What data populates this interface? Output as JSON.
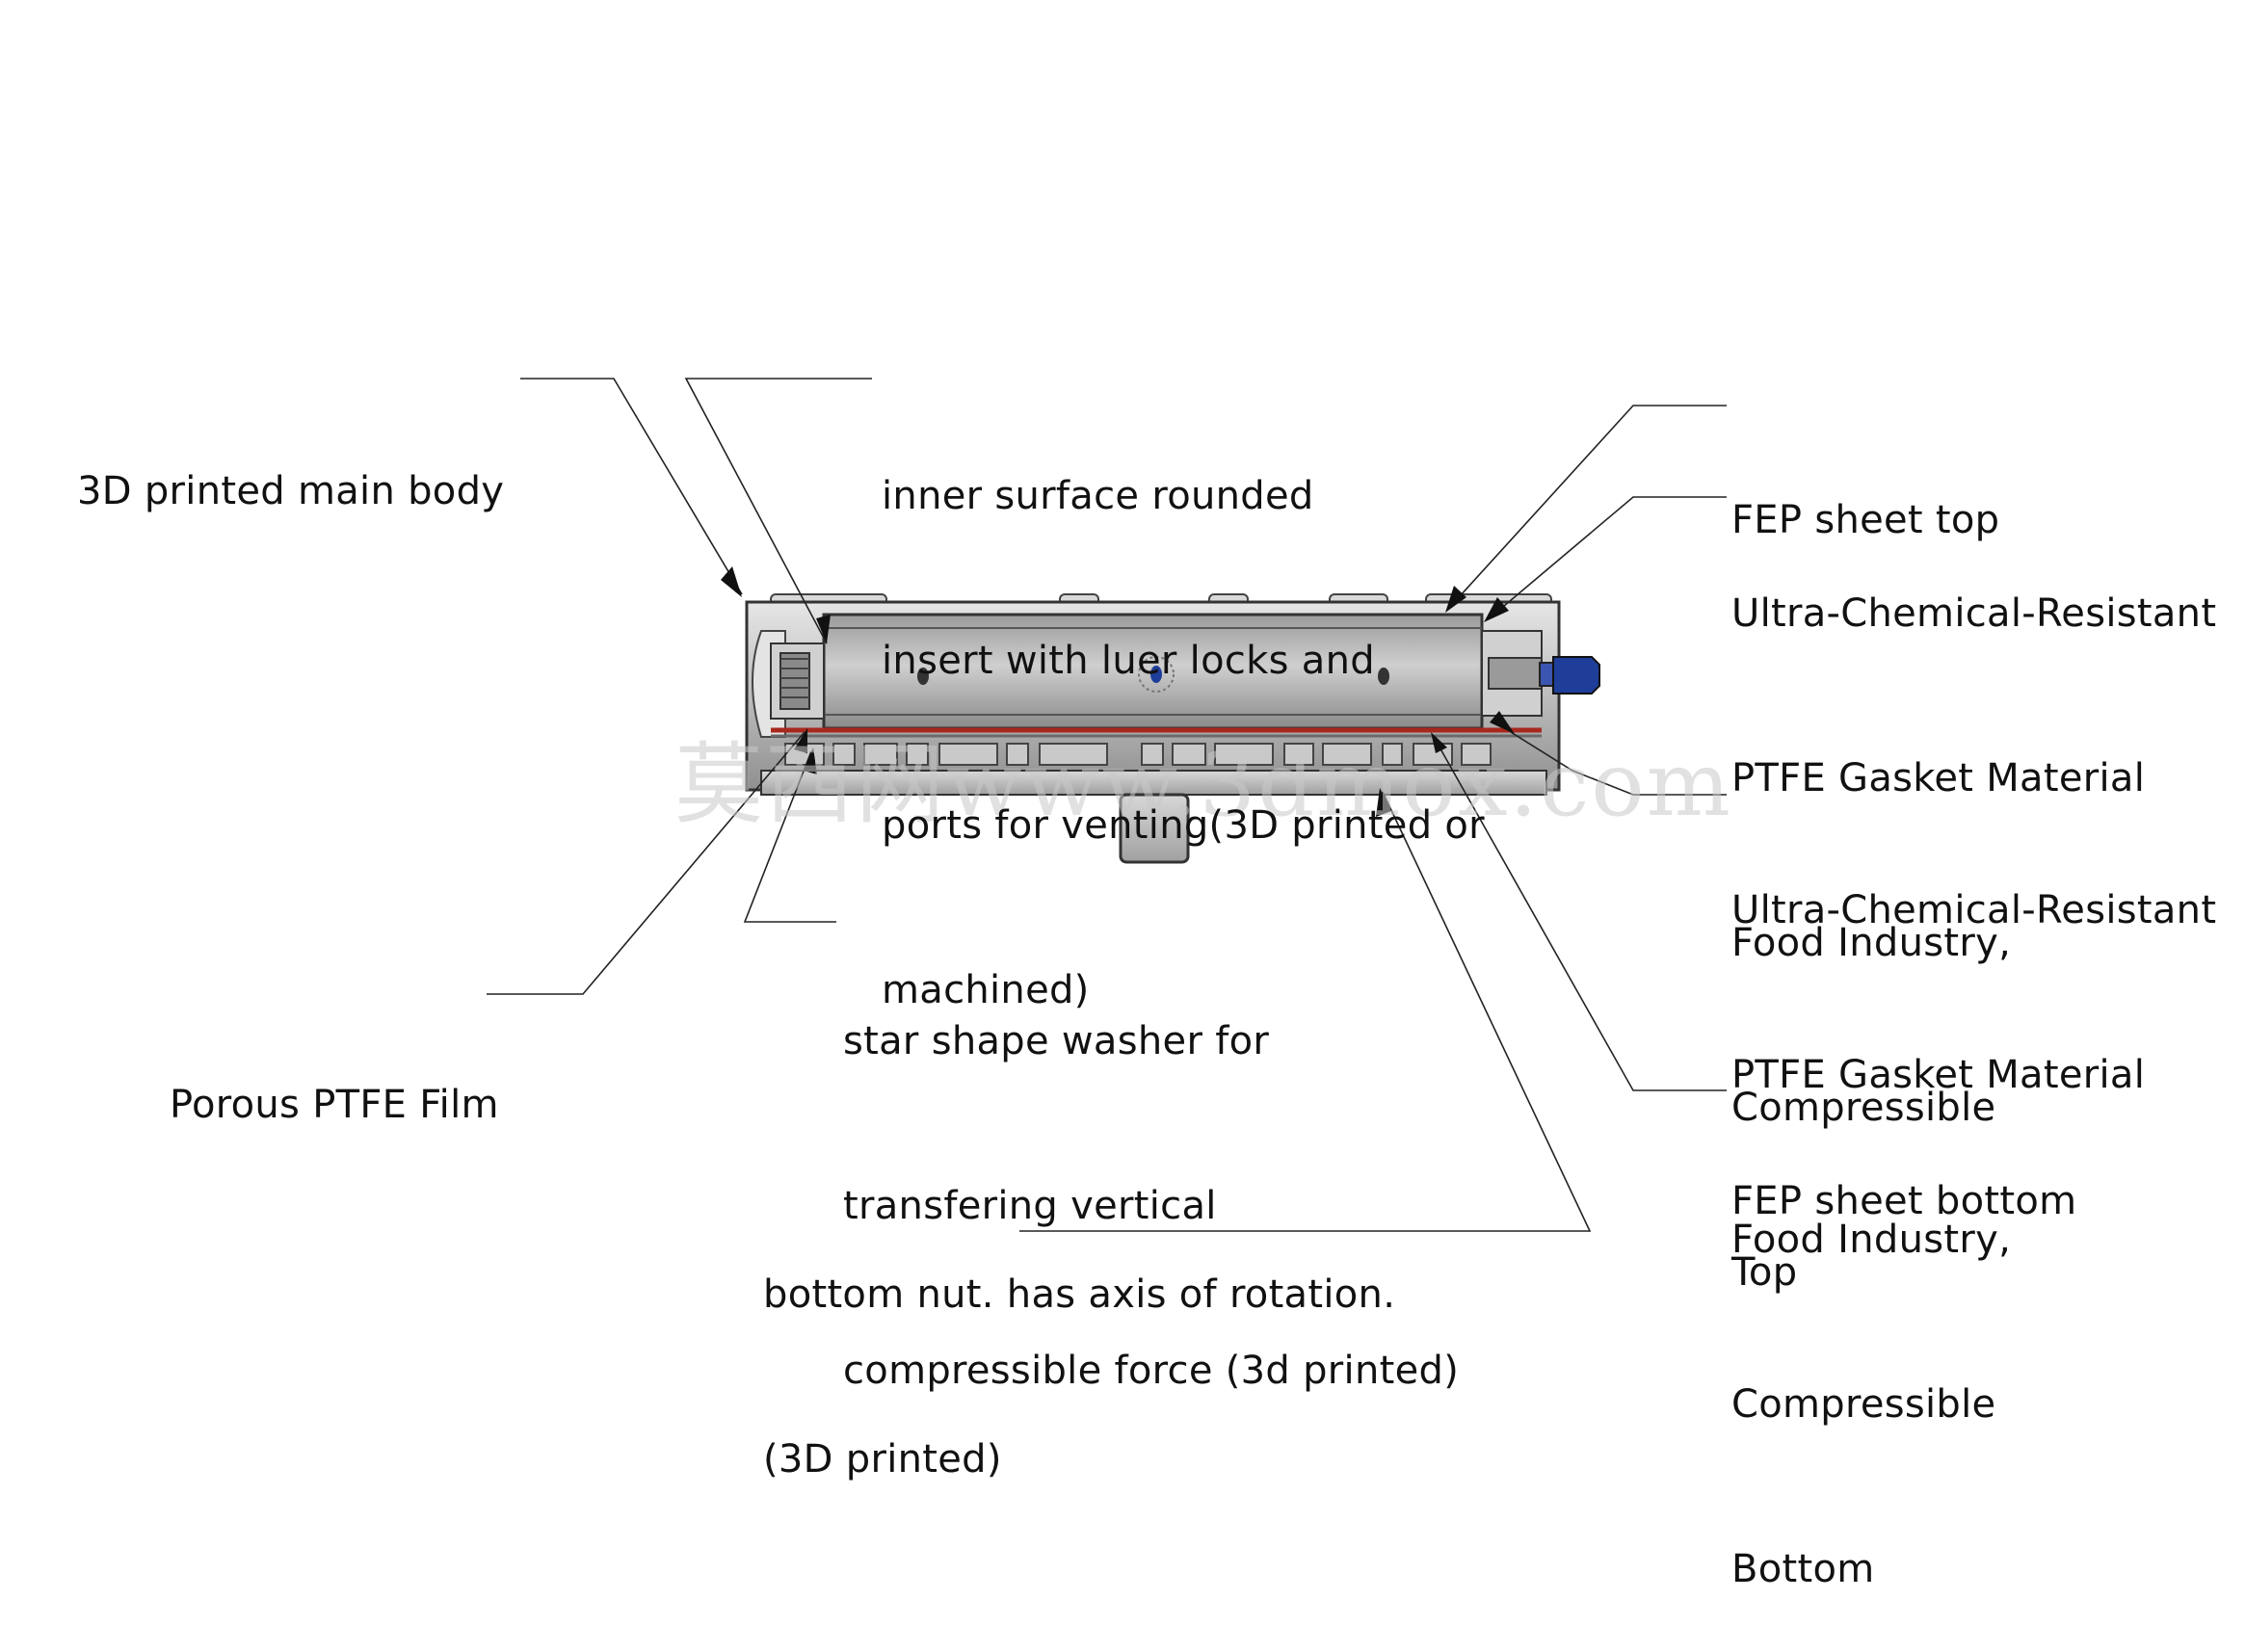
{
  "labels": {
    "main_body": "3D printed main body",
    "insert": [
      "inner surface rounded",
      "insert with luer locks and",
      "ports for venting(3D printed or",
      "machined)"
    ],
    "fep_top": "FEP sheet top",
    "gasket_top": [
      "Ultra-Chemical-Resistant",
      "PTFE Gasket Material",
      "Food Industry,",
      "Compressible",
      "Top"
    ],
    "gasket_bottom": [
      "Ultra-Chemical-Resistant",
      "PTFE Gasket Material",
      "Food Industry,",
      "Compressible",
      "Bottom"
    ],
    "fep_bottom": "FEP sheet bottom",
    "porous_film": "Porous PTFE Film",
    "washer": [
      "star shape washer for",
      "transfering vertical",
      "compressible force (3d printed)"
    ],
    "bottom_nut": [
      "bottom nut. has axis of rotation.",
      "(3D printed)"
    ]
  },
  "watermark": "莫西网www.3dmox.com",
  "colors": {
    "body_gray": "#a9a9a9",
    "body_dark": "#5a5a5a",
    "gasket_red": "#a8281e",
    "luer_blue": "#1f3e9a",
    "leader_line": "#222222"
  }
}
